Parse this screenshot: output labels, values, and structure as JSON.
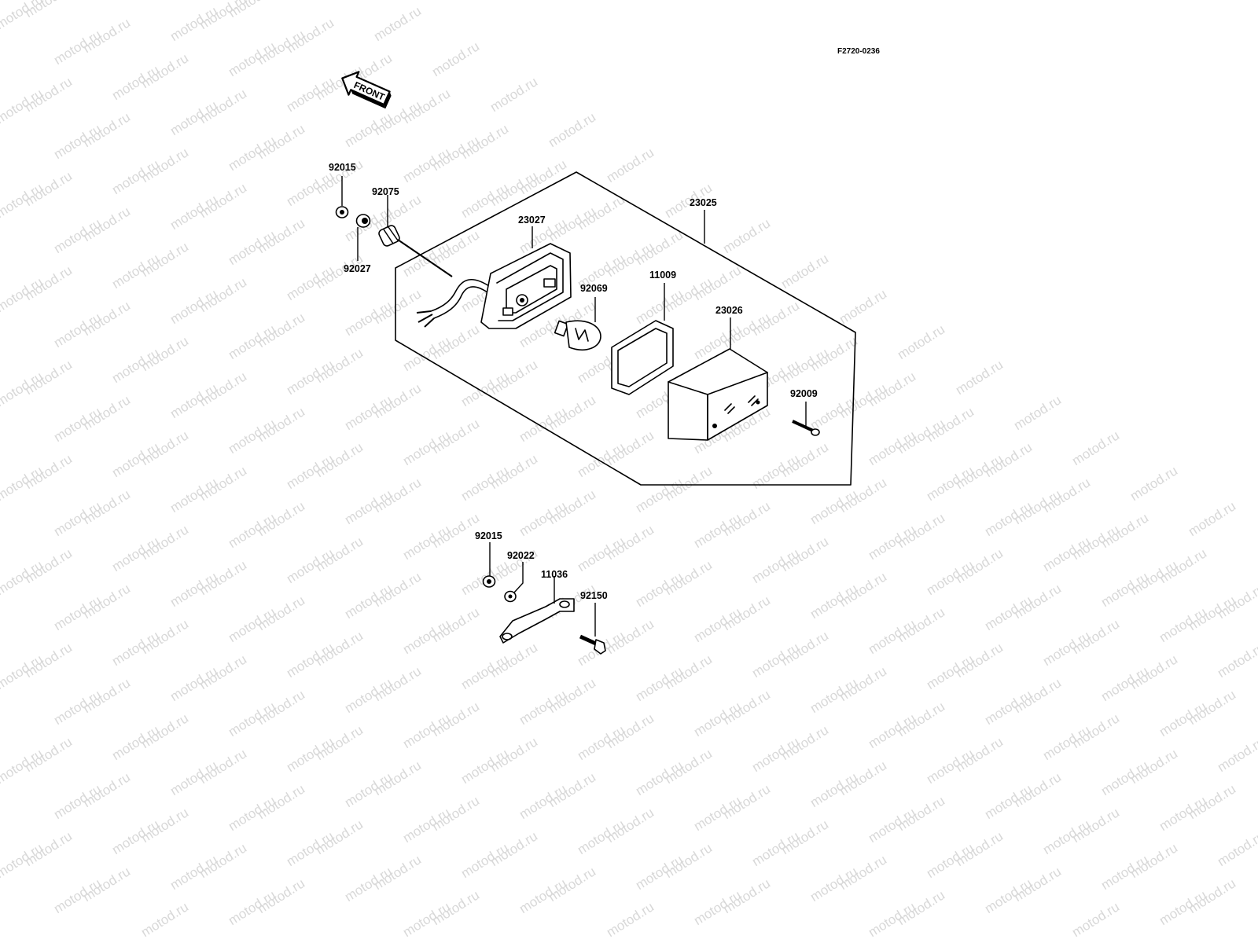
{
  "diagram_code": "F2720-0236",
  "front_arrow_label": "FRONT",
  "watermark_text": "motod.ru",
  "parts": {
    "p92015_a": "92015",
    "p92075": "92075",
    "p92027": "92027",
    "p23027": "23027",
    "p23025": "23025",
    "p92069": "92069",
    "p11009": "11009",
    "p23026": "23026",
    "p92009": "92009",
    "p92015_b": "92015",
    "p92022": "92022",
    "p11036": "11036",
    "p92150": "92150"
  }
}
